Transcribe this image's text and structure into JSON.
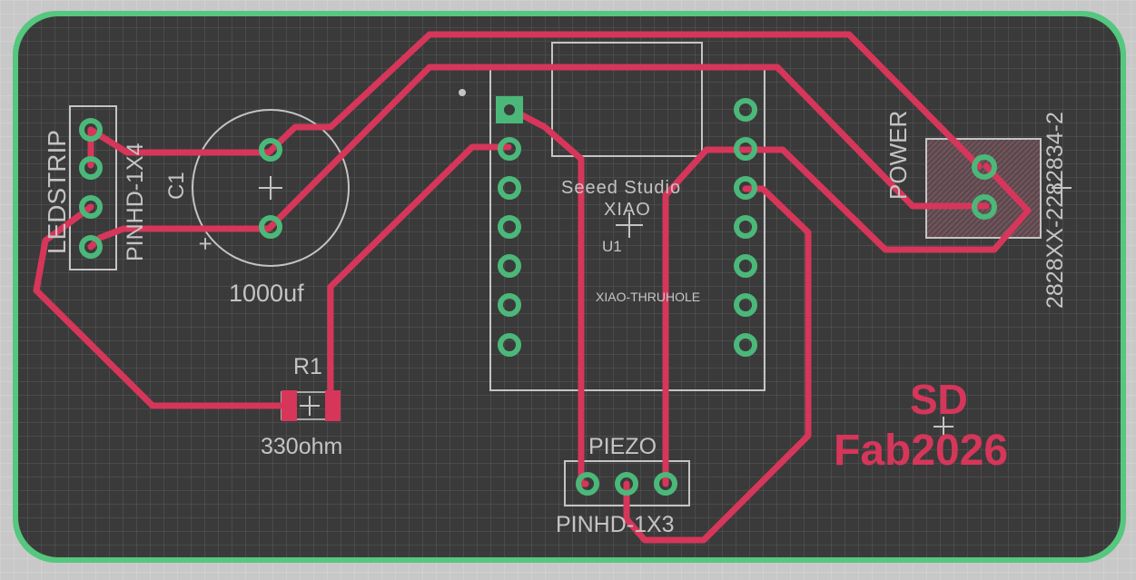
{
  "board": {
    "brand_line1": "SD",
    "brand_line2": "Fab2026",
    "colors": {
      "background": "#c8c8c8",
      "board": "#3a3a3a",
      "outline": "#55c77e",
      "trace": "#d6365a",
      "pad": "#4bb87a",
      "silkscreen": "#c4c4c4"
    }
  },
  "components": {
    "ledstrip": {
      "name": "LEDSTRIP",
      "package": "PINHD-1X4"
    },
    "capacitor": {
      "name": "C1",
      "value": "1000uf",
      "polarity": "+"
    },
    "resistor": {
      "name": "R1",
      "value": "330ohm"
    },
    "xiao": {
      "brand": "Seeed Studio",
      "model": "XIAO",
      "name": "U1",
      "package": "XIAO-THRUHOLE"
    },
    "power": {
      "name": "POWER",
      "package": "2828XX-2282834-2"
    },
    "piezo": {
      "name": "PIEZO",
      "package": "PINHD-1X3"
    }
  }
}
